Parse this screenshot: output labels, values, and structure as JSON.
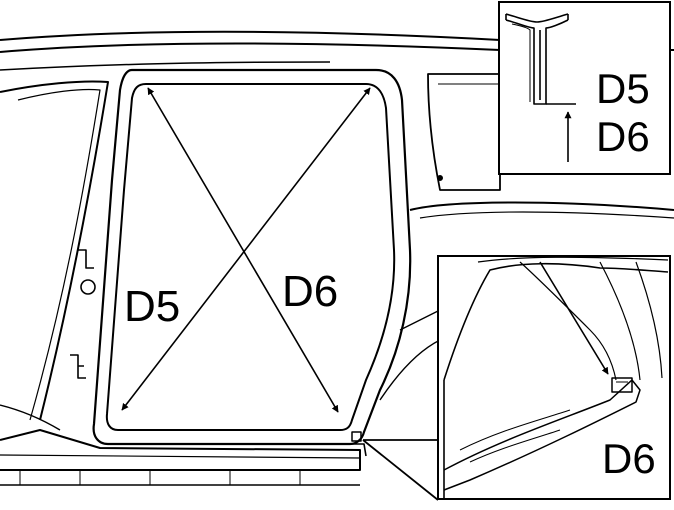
{
  "diagram": {
    "main": {
      "label_diagonal_1": "D5",
      "label_diagonal_2": "D6"
    },
    "inset_top_right": {
      "label_top": "D5",
      "label_bottom": "D6"
    },
    "inset_bottom_right": {
      "label": "D6"
    }
  }
}
